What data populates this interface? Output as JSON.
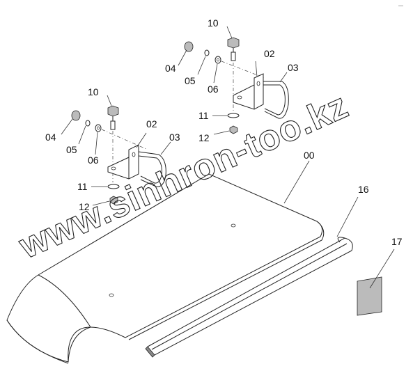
{
  "corner_mark": "—",
  "watermark": "www.sinhron-too.kz",
  "labels": {
    "a10": "10",
    "a04": "04",
    "a05": "05",
    "a06": "06",
    "a02": "02",
    "a03": "03",
    "a11": "11",
    "a12": "12",
    "b10": "10",
    "b04": "04",
    "b05": "05",
    "b06": "06",
    "b02": "02",
    "b03": "03",
    "b11": "11",
    "b12": "12",
    "p00": "00",
    "p16": "16",
    "p17": "17"
  }
}
